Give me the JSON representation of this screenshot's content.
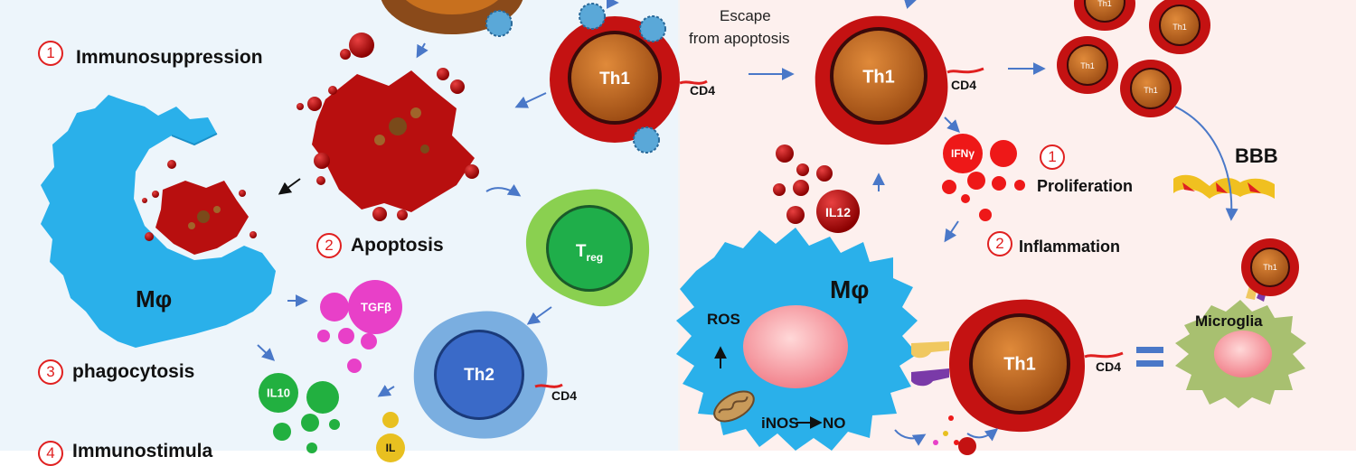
{
  "left_panel": {
    "steps": [
      {
        "number": "1",
        "label": "Immunosuppression"
      },
      {
        "number": "2",
        "label": "Apoptosis"
      },
      {
        "number": "3",
        "label": "phagocytosis"
      },
      {
        "number": "4",
        "label": "Immunostimula"
      }
    ],
    "macrophage_label": "Mφ",
    "cells": {
      "th1": "Th1",
      "treg": "T",
      "treg_sub": "reg",
      "th2": "Th2"
    },
    "cytokines": {
      "tgfb": "TGFβ",
      "il10": "IL10",
      "il_partial": "IL"
    },
    "cd4_top": "CD4",
    "cd4_th2": "CD4"
  },
  "right_panel": {
    "escape_line1": "Escape",
    "escape_line2": "from apoptosis",
    "th1_main": "Th1",
    "cd4_main": "CD4",
    "small_th1": "Th1",
    "bbb": "BBB",
    "steps": [
      {
        "number": "1",
        "label": "Proliferation"
      },
      {
        "number": "2",
        "label": "Inflammation"
      }
    ],
    "ifn": "IFNγ",
    "il12": "IL12",
    "macrophage_label": "Mφ",
    "ros": "ROS",
    "inos": "iNOS",
    "no": "NO",
    "th1_bottom": "Th1",
    "cd4_bottom": "CD4",
    "equals": "=",
    "microglia": "Microglia",
    "microglia_th1": "Th1"
  }
}
